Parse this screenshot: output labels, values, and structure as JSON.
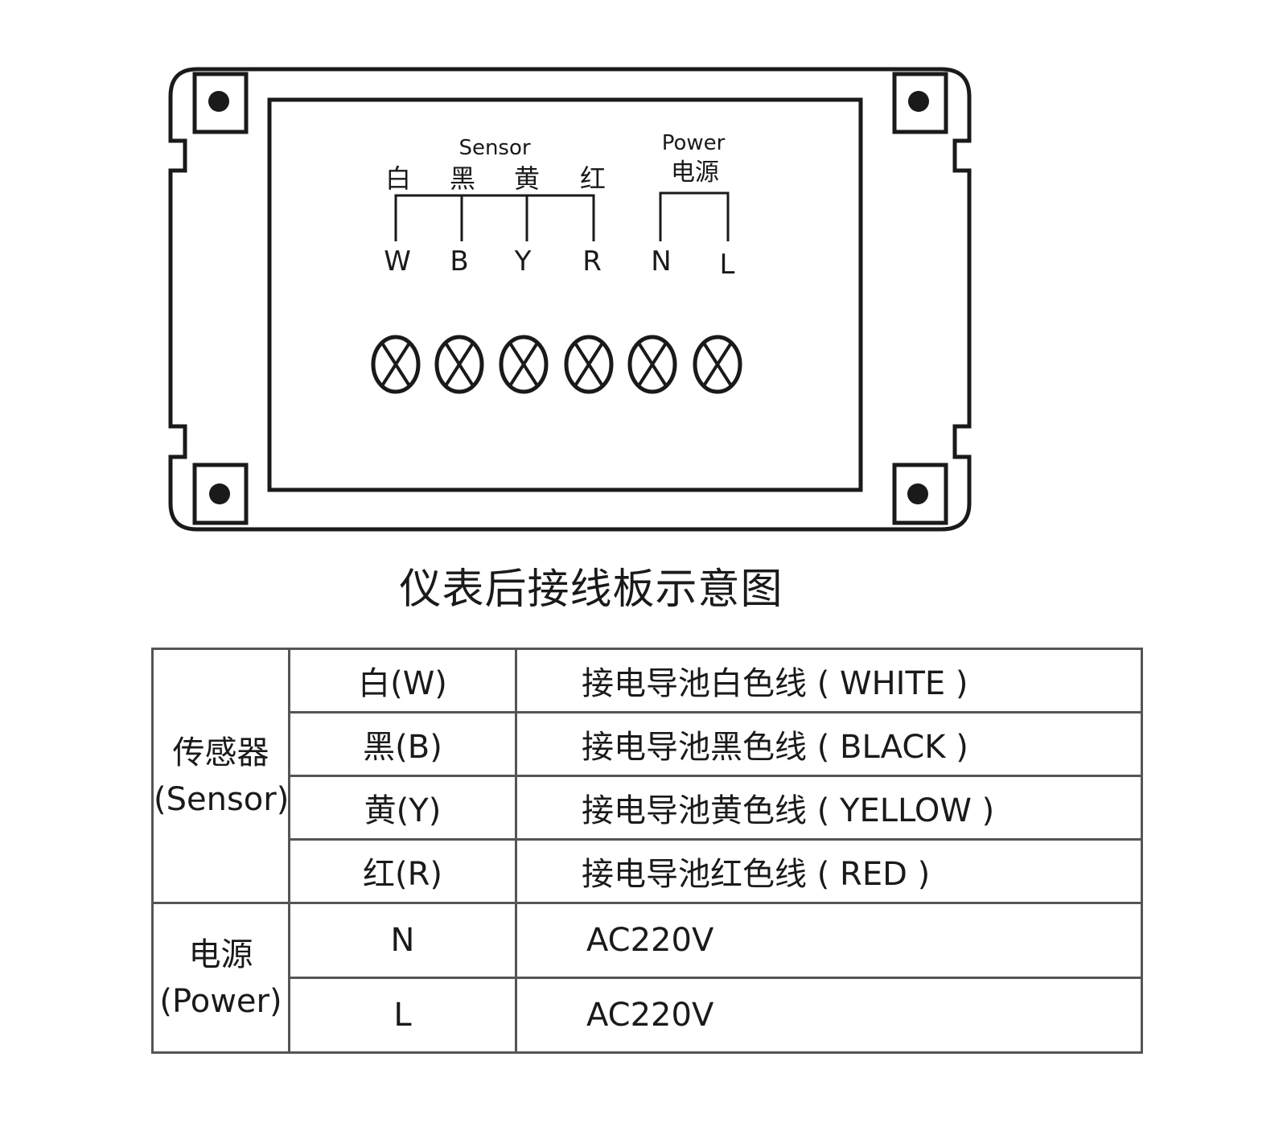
{
  "panel": {
    "sensor_label": "Sensor",
    "power_label": "Power",
    "power_label_cn": "电源",
    "sensor_colors_cn": [
      "白",
      "黑",
      "黄",
      "红"
    ],
    "terminals": [
      "W",
      "B",
      "Y",
      "R",
      "N",
      "L"
    ]
  },
  "caption": "仪表后接线板示意图",
  "table": {
    "sensor_group": {
      "cn": "传感器",
      "en": "(Sensor)"
    },
    "power_group": {
      "cn": "电源",
      "en": "(Power)"
    },
    "rows": [
      {
        "terminal": "白(W)",
        "description": "接电导池白色线 ( WHITE )"
      },
      {
        "terminal": "黑(B)",
        "description": "接电导池黑色线 ( BLACK )"
      },
      {
        "terminal": "黄(Y)",
        "description": "接电导池黄色线 ( YELLOW )"
      },
      {
        "terminal": "红(R)",
        "description": "接电导池红色线 ( RED )"
      },
      {
        "terminal": "N",
        "description": "AC220V"
      },
      {
        "terminal": "L",
        "description": "AC220V"
      }
    ]
  }
}
